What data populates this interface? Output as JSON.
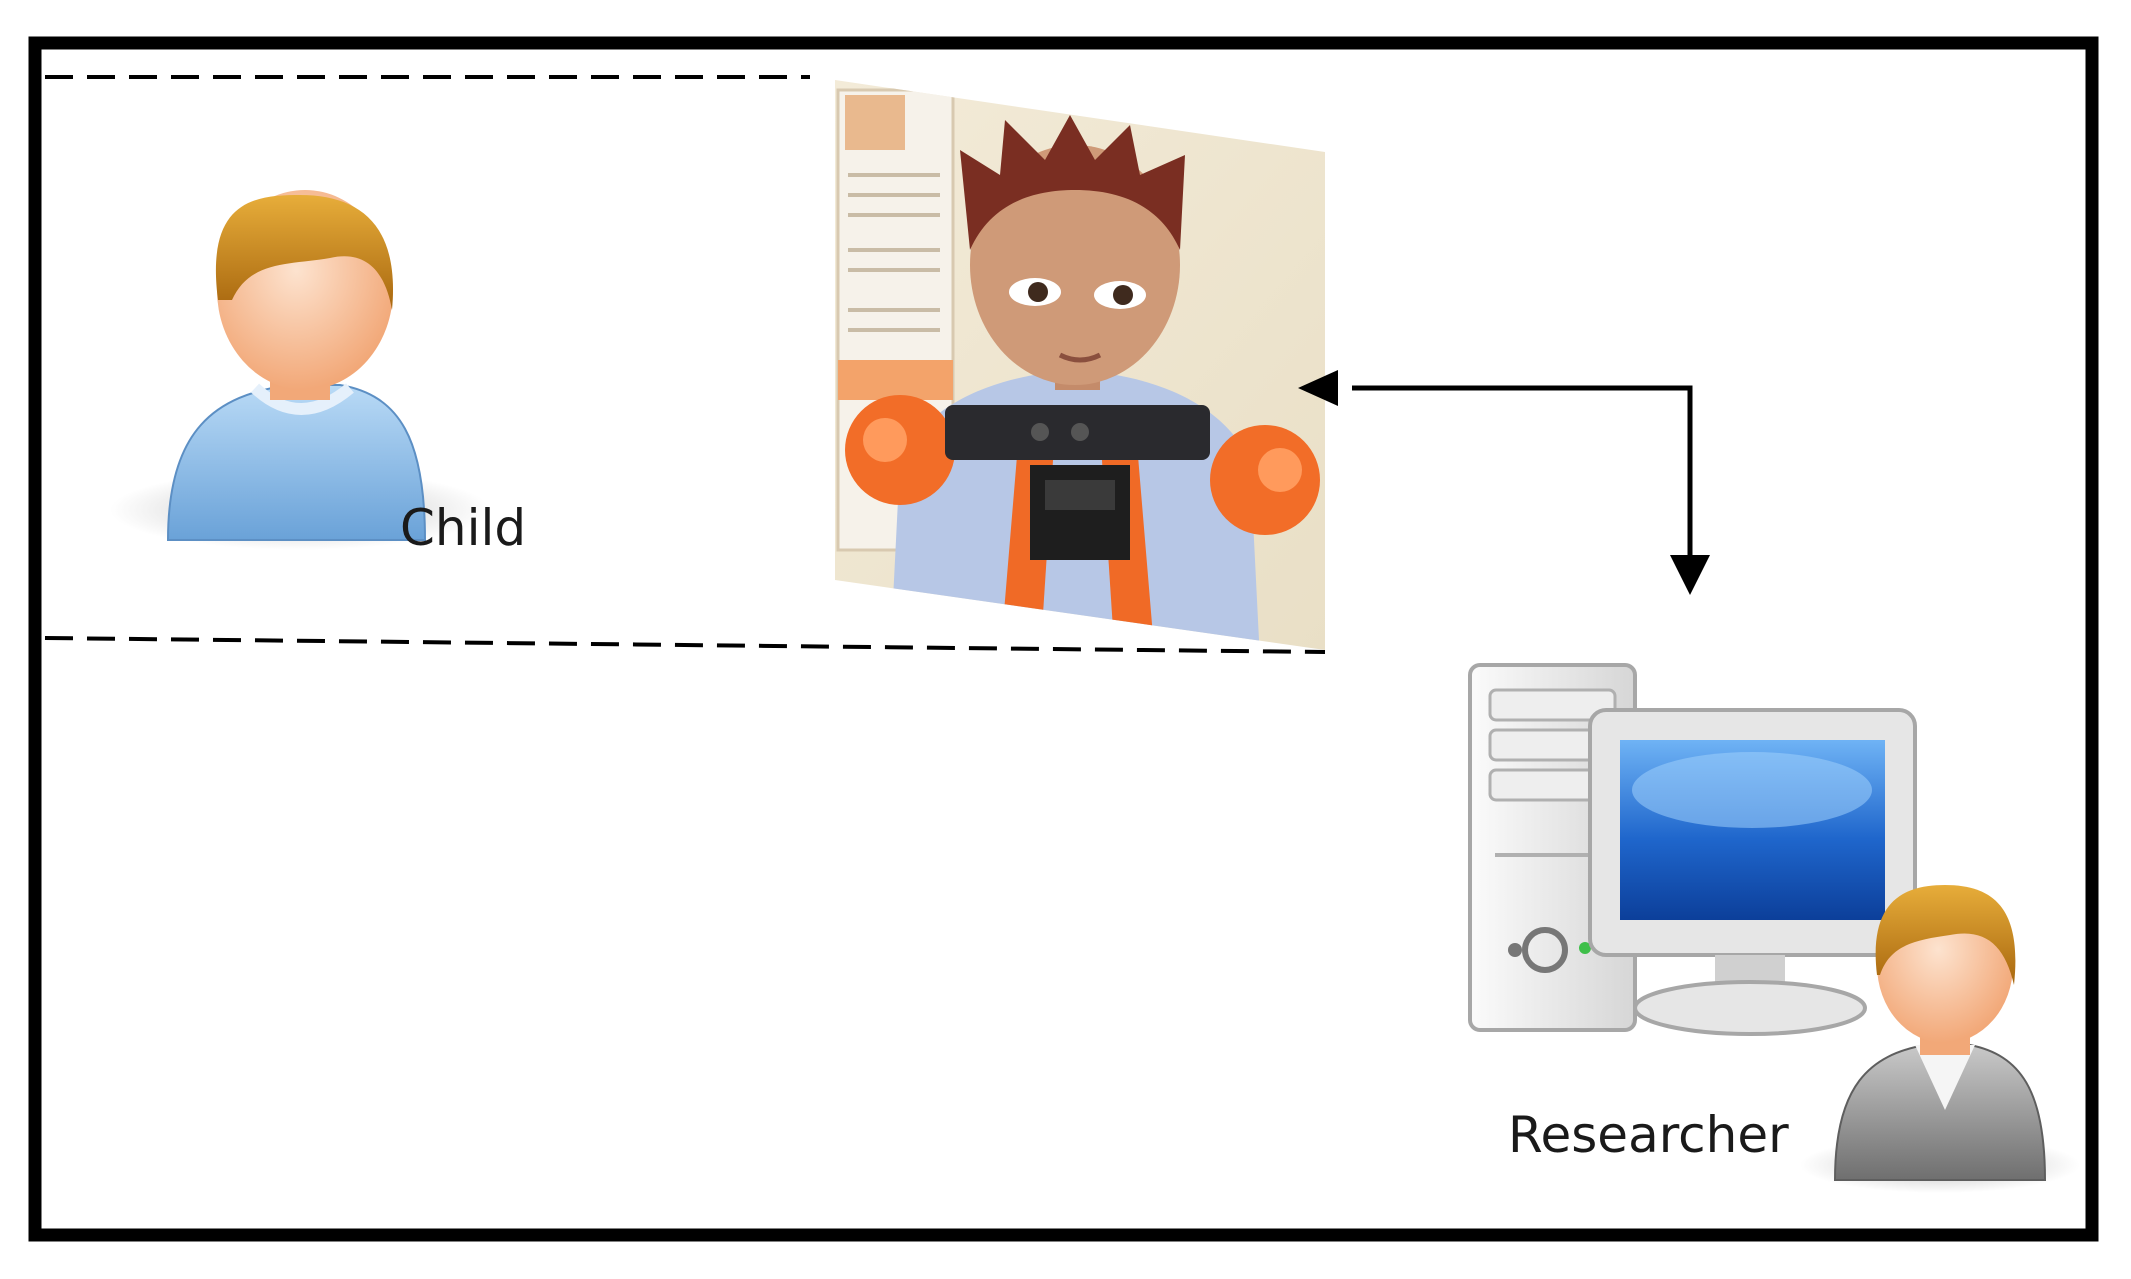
{
  "labels": {
    "child": "Child",
    "researcher": "Researcher"
  },
  "colors": {
    "frame": "#000000",
    "child_shirt": "#8fbde8",
    "child_hair": "#c98a1a",
    "skin": "#f6b98c",
    "robot_orange": "#f06a26",
    "robot_body": "#aebfe0",
    "monitor_screen": "#1f66cc",
    "researcher_suit": "#9a9a9a"
  },
  "icons": {
    "child": "child-user-icon",
    "robot": "robot-photo",
    "computer": "desktop-computer-icon",
    "researcher": "researcher-user-icon"
  }
}
